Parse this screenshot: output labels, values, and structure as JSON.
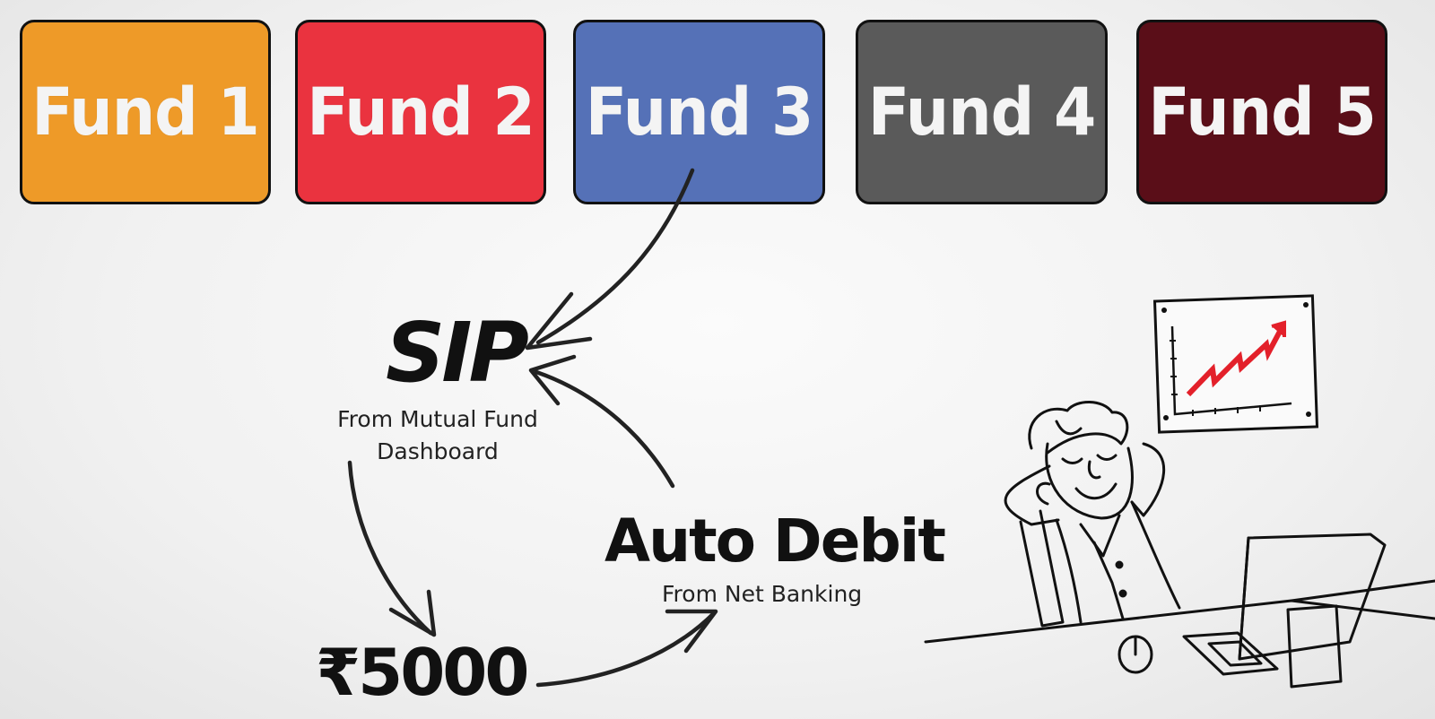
{
  "funds": [
    {
      "label": "Fund 1",
      "color": "#ee9a28"
    },
    {
      "label": "Fund 2",
      "color": "#ea333f"
    },
    {
      "label": "Fund 3",
      "color": "#5571b7"
    },
    {
      "label": "Fund 4",
      "color": "#5a5a5a"
    },
    {
      "label": "Fund 5",
      "color": "#5a0e18"
    }
  ],
  "sip": {
    "title": "SIP",
    "subtitle_line1": "From Mutual Fund",
    "subtitle_line2": "Dashboard"
  },
  "amount": "₹5000",
  "auto_debit": {
    "title": "Auto Debit",
    "subtitle": "From Net Banking"
  },
  "colors": {
    "arrow": "#222222",
    "chart_trend": "#e3202a"
  }
}
